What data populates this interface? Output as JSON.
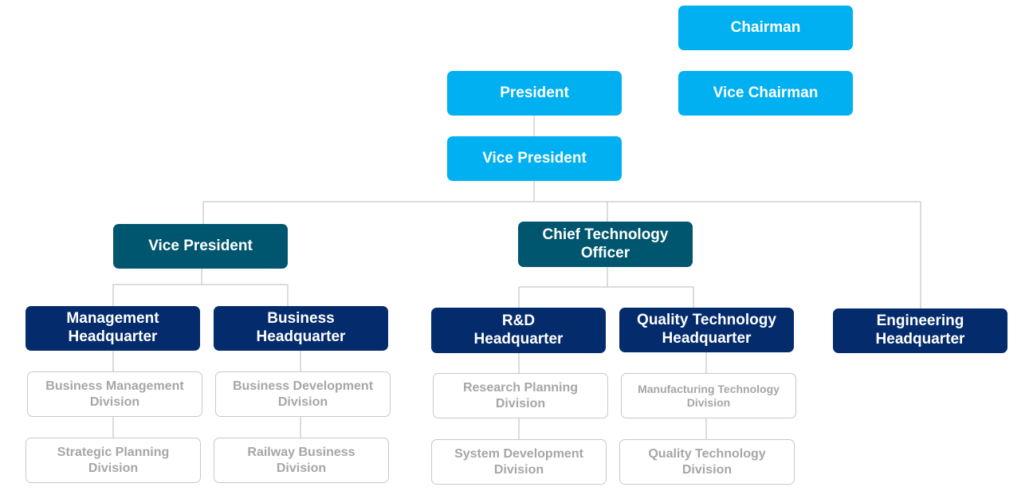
{
  "nodes": {
    "chairman": "Chairman",
    "vice_chairman": "Vice Chairman",
    "president": "President",
    "vice_president_top": "Vice President",
    "vice_president_mid": "Vice President",
    "cto": "Chief Technology\nOfficer",
    "management_hq": "Management\nHeadquarter",
    "business_hq": "Business\nHeadquarter",
    "rnd_hq": "R&D\nHeadquarter",
    "quality_tech_hq": "Quality Technology\nHeadquarter",
    "engineering_hq": "Engineering\nHeadquarter",
    "business_management_div": "Business Management\nDivision",
    "strategic_planning_div": "Strategic Planning\nDivision",
    "business_development_div": "Business Development\nDivision",
    "railway_business_div": "Railway Business\nDivision",
    "research_planning_div": "Research Planning\nDivision",
    "system_development_div": "System Development\nDivision",
    "manufacturing_tech_div": "Manufacturing Technology\nDivision",
    "quality_tech_div": "Quality Technology\nDivision"
  },
  "colors": {
    "executive": "#00b0f0",
    "officer": "#00566e",
    "headquarter": "#042b6b",
    "division_text": "#a6a6a6",
    "connector": "#c8c8c8"
  }
}
